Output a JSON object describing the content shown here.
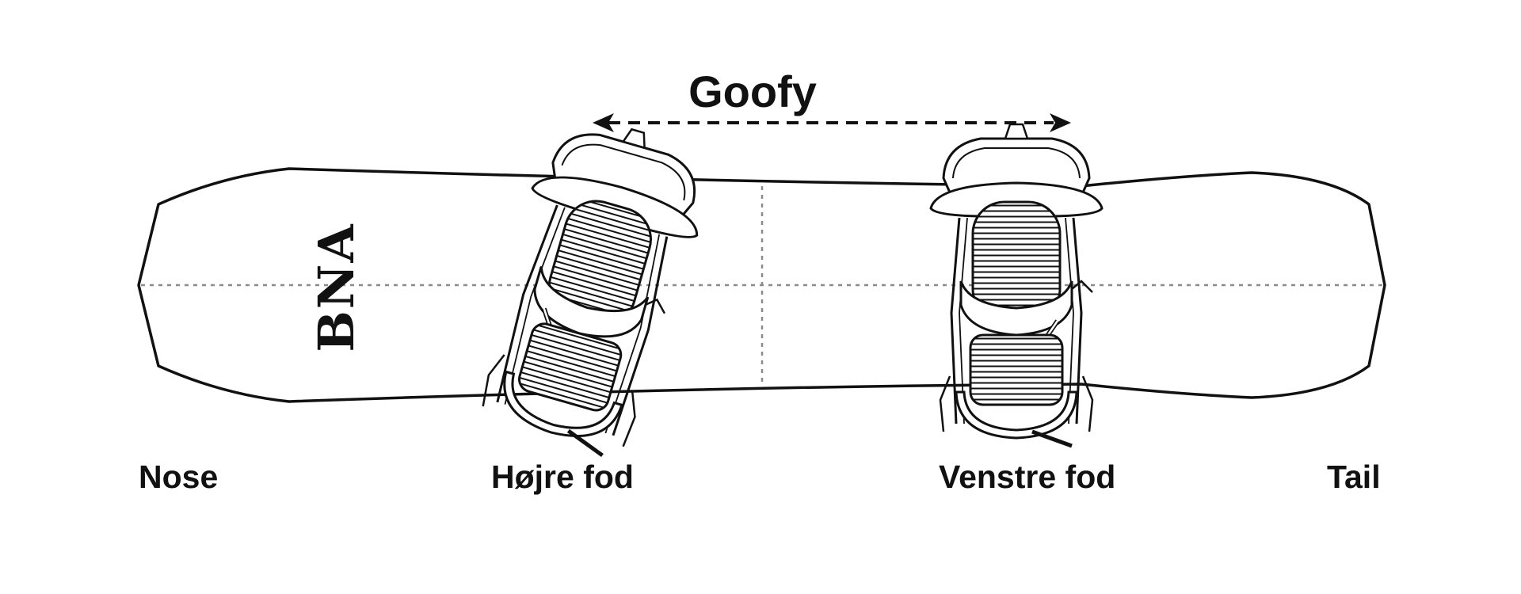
{
  "stance": {
    "title": "Goofy",
    "arrow_icon": "double-headed-dashed-arrow"
  },
  "board": {
    "logo_text": "BNA",
    "outline_color": "#111111",
    "centerline_color": "#8a8a8a"
  },
  "labels": {
    "nose": "Nose",
    "right_foot": "Højre fod",
    "left_foot": "Venstre fod",
    "tail": "Tail"
  },
  "bindings": [
    {
      "name": "right-foot-binding",
      "icon": "snowboard-binding-icon"
    },
    {
      "name": "left-foot-binding",
      "icon": "snowboard-binding-icon"
    }
  ]
}
